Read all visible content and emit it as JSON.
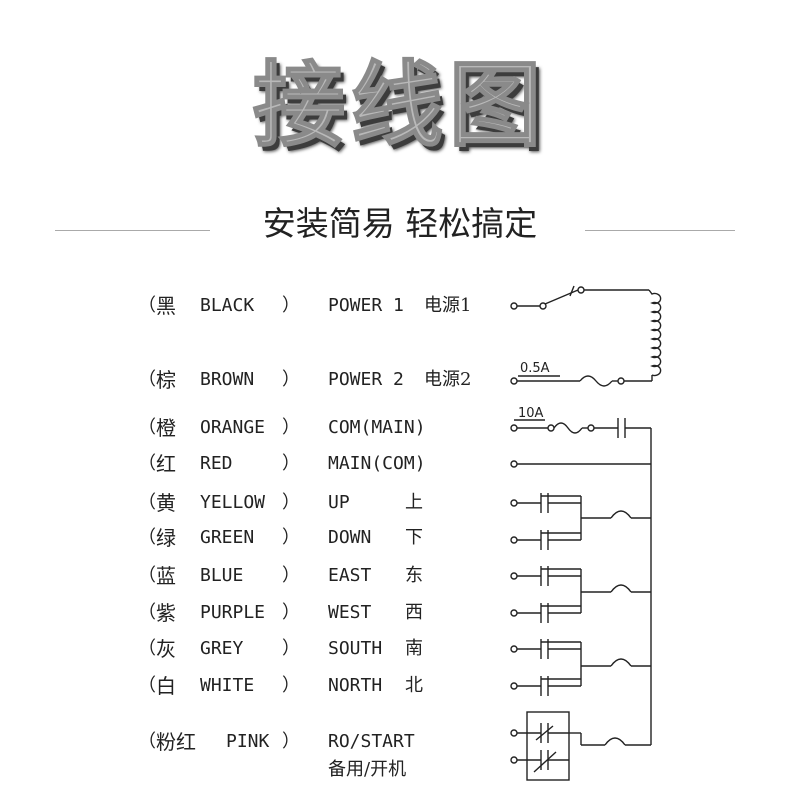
{
  "header": {
    "title": "接线图",
    "subtitle": "安装简易 轻松搞定"
  },
  "rows": [
    {
      "cn_color": "黑",
      "en_color": "BLACK",
      "func": "POWER 1",
      "func_cn": "电源1"
    },
    {
      "cn_color": "棕",
      "en_color": "BROWN",
      "func": "POWER 2",
      "func_cn": "电源2"
    },
    {
      "cn_color": "橙",
      "en_color": "ORANGE",
      "func": "COM(MAIN)",
      "func_cn": ""
    },
    {
      "cn_color": "红",
      "en_color": "RED",
      "func": "MAIN(COM)",
      "func_cn": ""
    },
    {
      "cn_color": "黄",
      "en_color": "YELLOW",
      "func": "UP",
      "func_cn": "上"
    },
    {
      "cn_color": "绿",
      "en_color": "GREEN",
      "func": "DOWN",
      "func_cn": "下"
    },
    {
      "cn_color": "蓝",
      "en_color": "BLUE",
      "func": "EAST",
      "func_cn": "东"
    },
    {
      "cn_color": "紫",
      "en_color": "PURPLE",
      "func": "WEST",
      "func_cn": "西"
    },
    {
      "cn_color": "灰",
      "en_color": "GREY",
      "func": "SOUTH",
      "func_cn": "南"
    },
    {
      "cn_color": "白",
      "en_color": "WHITE",
      "func": "NORTH",
      "func_cn": "北"
    }
  ],
  "pink_row": {
    "cn_color": "粉红",
    "en_color": "PINK",
    "func": "RO/START",
    "func_cn": "备用/开机"
  },
  "paren_open": "（",
  "paren_close": "）",
  "fuses": {
    "fuse_small": "0.5A",
    "fuse_large": "10A"
  },
  "colors": {
    "line": "#222222",
    "title_fill": "#b9b9b9",
    "title_shadow": "#3c3c3c"
  }
}
